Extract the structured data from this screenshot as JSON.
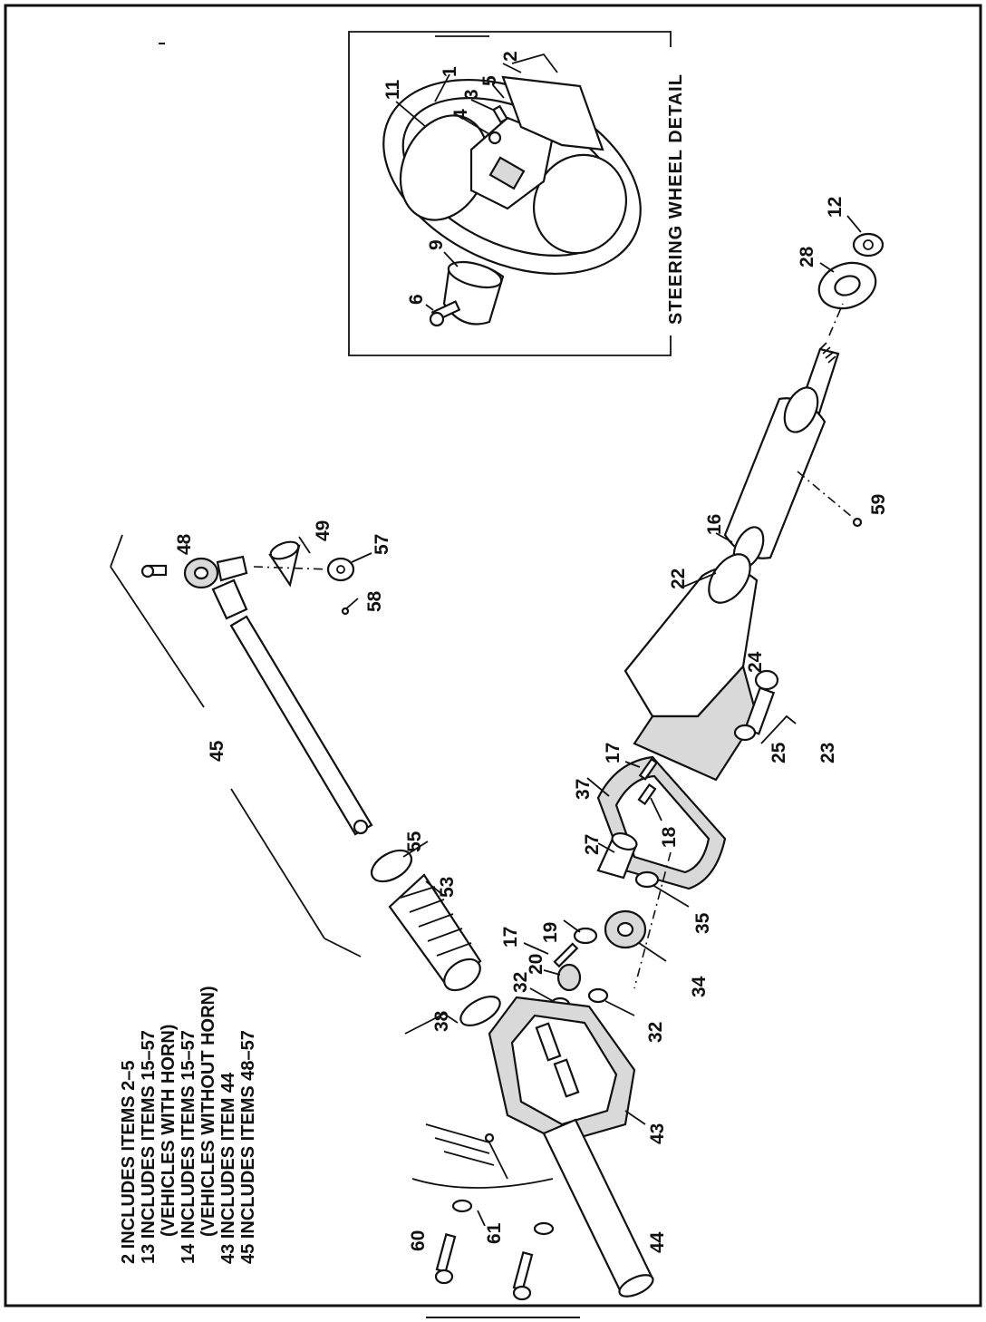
{
  "detail_title": "STEERING WHEEL DETAIL",
  "legend": [
    "2 INCLUDES ITEMS 2–5",
    "13 INCLUDES ITEMS 15–57",
    "(VEHICLES WITH HORN)",
    "14 INCLUDES ITEMS 15–57",
    "(VEHICLES WITHOUT HORN)",
    "43 INCLUDES ITEM 44",
    "45 INCLUDES ITEMS 48–57"
  ],
  "callouts": {
    "c1": "1",
    "c2": "2",
    "c3": "3",
    "c4": "4",
    "c5": "5",
    "c6": "6",
    "c9": "9",
    "c11": "11",
    "c12": "12",
    "c16": "16",
    "c17a": "17",
    "c17b": "17",
    "c18": "18",
    "c19": "19",
    "c20": "20",
    "c22": "22",
    "c23": "23",
    "c24": "24",
    "c25": "25",
    "c27": "27",
    "c28": "28",
    "c32a": "32",
    "c32b": "32",
    "c34": "34",
    "c35": "35",
    "c37": "37",
    "c38": "38",
    "c43": "43",
    "c44": "44",
    "c45": "45",
    "c48": "48",
    "c49": "49",
    "c53": "53",
    "c55": "55",
    "c57": "57",
    "c58": "58",
    "c59": "59",
    "c60": "60",
    "c61": "61"
  }
}
